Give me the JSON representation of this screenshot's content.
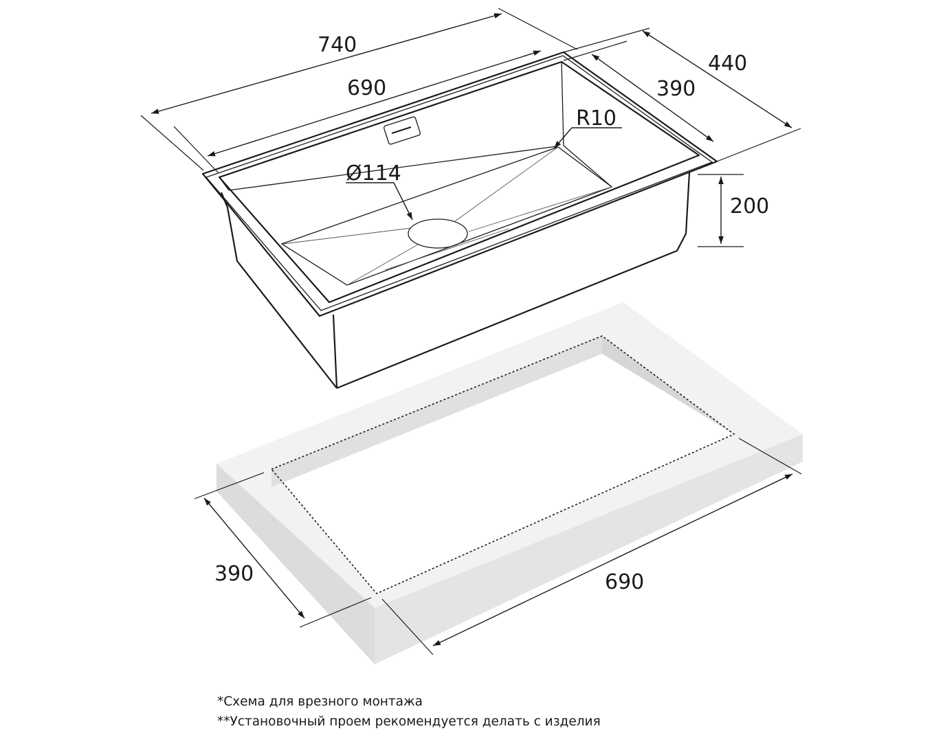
{
  "dimensions": {
    "sink_outer_length": "740",
    "sink_inner_length": "690",
    "sink_outer_width": "440",
    "sink_inner_width": "390",
    "depth": "200",
    "drain_diameter": "Ø114",
    "corner_radius": "R10",
    "cutout_width": "390",
    "cutout_length": "690"
  },
  "notes": {
    "note_1": "*Схема для врезного монтажа",
    "note_2": "**Установочный проем рекомендуется делать с изделия"
  },
  "colors": {
    "line": "#1a1a1a",
    "countertop_top": "#f2f2f2",
    "countertop_side": "#e2e2e2",
    "cutout_wall": "#dedede"
  }
}
